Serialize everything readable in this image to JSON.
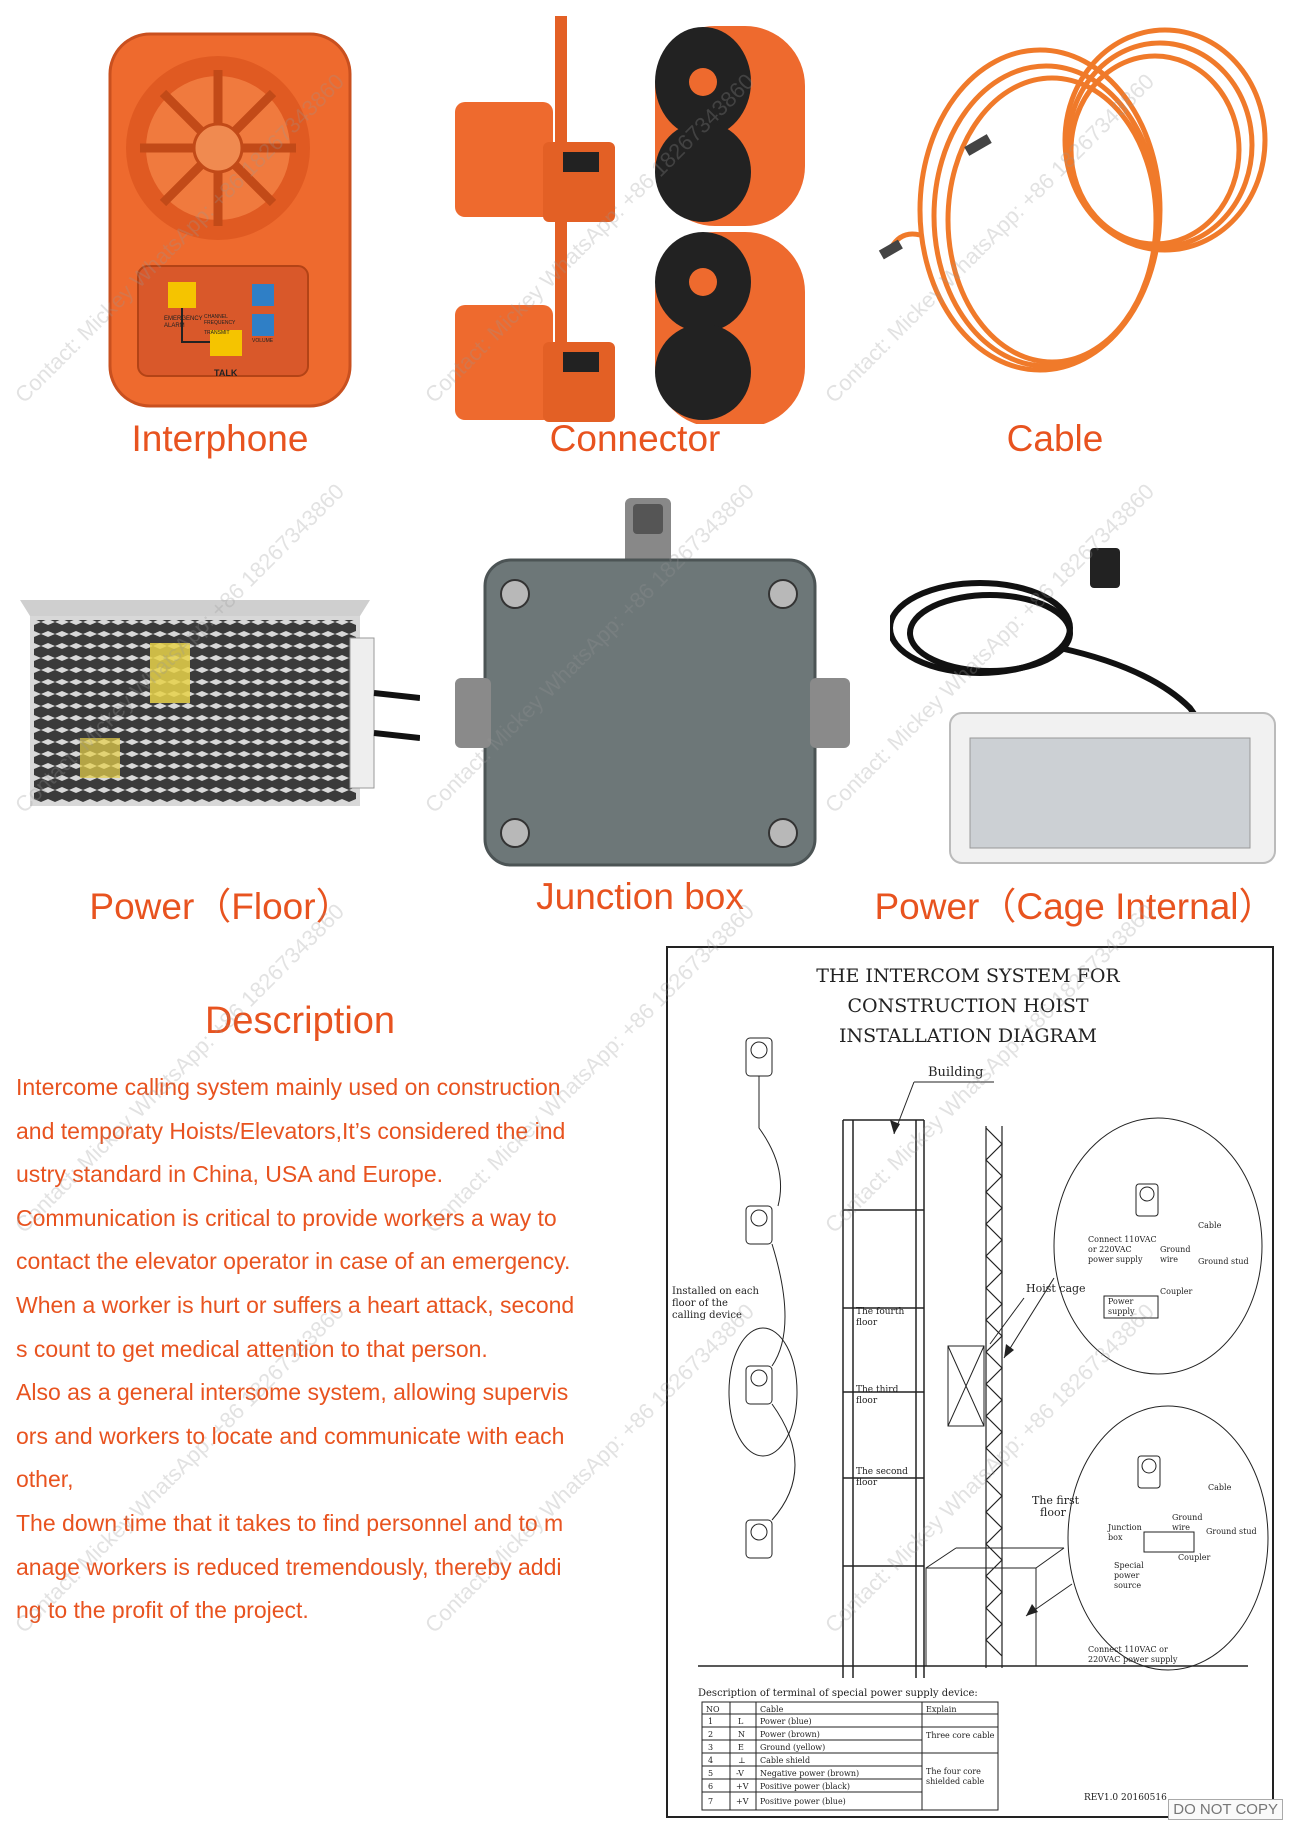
{
  "products": [
    {
      "id": "interphone",
      "label": "Interphone"
    },
    {
      "id": "connector",
      "label": "Connector"
    },
    {
      "id": "cable",
      "label": "Cable"
    },
    {
      "id": "power-floor",
      "label": "Power（Floor）"
    },
    {
      "id": "junction-box",
      "label": "Junction box"
    },
    {
      "id": "power-cage",
      "label": "Power（Cage Internal）"
    }
  ],
  "interphone_panel": {
    "emergency": "EMERGENCY ALARM",
    "channel": "CHANNEL FREQUENCY",
    "transmit": "TRANSMIT",
    "volume": "VOLUME",
    "talk": "TALK"
  },
  "description": {
    "title": "Description",
    "lines": [
      "Intercome calling system mainly used on construction",
      "and temporaty Hoists/Elevators,It’s considered the ind",
      "ustry standard in China, USA and Europe.",
      "Communication is critical to provide workers a way to",
      "contact the elevator operator in case of an emergency.",
      "When a worker is hurt or suffers a heart attack, second",
      "s count to get medical attention to that person.",
      "Also as a general intersome system, allowing supervis",
      "ors and workers to locate and communicate with each",
      "other,",
      "The down time that it takes to find personnel and to m",
      "anage workers is reduced tremendously, thereby addi",
      "ng to the profit of the project."
    ]
  },
  "diagram": {
    "title_lines": [
      "THE INTERCOM SYSTEM FOR",
      "CONSTRUCTION HOIST",
      "INSTALLATION DIAGRAM"
    ],
    "building": "Building",
    "installed": [
      "Installed on each",
      "floor of the",
      "calling device"
    ],
    "floors": {
      "fourth": [
        "The fourth",
        "floor"
      ],
      "third": [
        "The third",
        "floor"
      ],
      "second": [
        "The second",
        "floor"
      ],
      "first": [
        "The first",
        "floor"
      ]
    },
    "hoist_cage": "Hoist cage",
    "top_detail": {
      "connect": [
        "Connect 110VAC",
        "or 220VAC",
        "power supply"
      ],
      "cable": "Cable",
      "ground_wire": [
        "Ground",
        "wire"
      ],
      "ground_stud": "Ground stud",
      "coupler": "Coupler",
      "power_supply": [
        "Power",
        "supply"
      ]
    },
    "bottom_detail": {
      "cable": "Cable",
      "ground_wire": [
        "Ground",
        "wire"
      ],
      "ground_stud": "Ground stud",
      "junction": [
        "Junction",
        "box"
      ],
      "special": [
        "Special",
        "power",
        "source"
      ],
      "coupler": "Coupler",
      "connect": [
        "Connect 110VAC or",
        "220VAC power supply"
      ]
    },
    "table_title": "Description of terminal of special power supply device:",
    "table_headers": [
      "NO",
      "",
      "Cable",
      "Explain"
    ],
    "table_rows": [
      {
        "no": "1",
        "sym": "L",
        "cable": "Power (blue)"
      },
      {
        "no": "2",
        "sym": "N",
        "cable": "Power (brown)"
      },
      {
        "no": "3",
        "sym": "E",
        "cable": "Ground (yellow)"
      },
      {
        "no": "4",
        "sym": "⊥",
        "cable": "Cable shield"
      },
      {
        "no": "5",
        "sym": "-V",
        "cable": "Negative power (brown)"
      },
      {
        "no": "6",
        "sym": "+V",
        "cable": "Positive power (black)"
      },
      {
        "no": "7",
        "sym": "+V",
        "cable": "Positive power (blue)"
      }
    ],
    "explain_a": "Three core cable",
    "explain_b": [
      "The four core",
      "shielded cable"
    ],
    "revision": "REV1.0  20160516"
  },
  "watermark": "Contact: Mickey WhatsApp: +86 18267343860",
  "stamp": "DO NOT COPY",
  "colors": {
    "accent": "#e8531f",
    "orange_product": "#ee6a2e",
    "dark": "#222222"
  }
}
